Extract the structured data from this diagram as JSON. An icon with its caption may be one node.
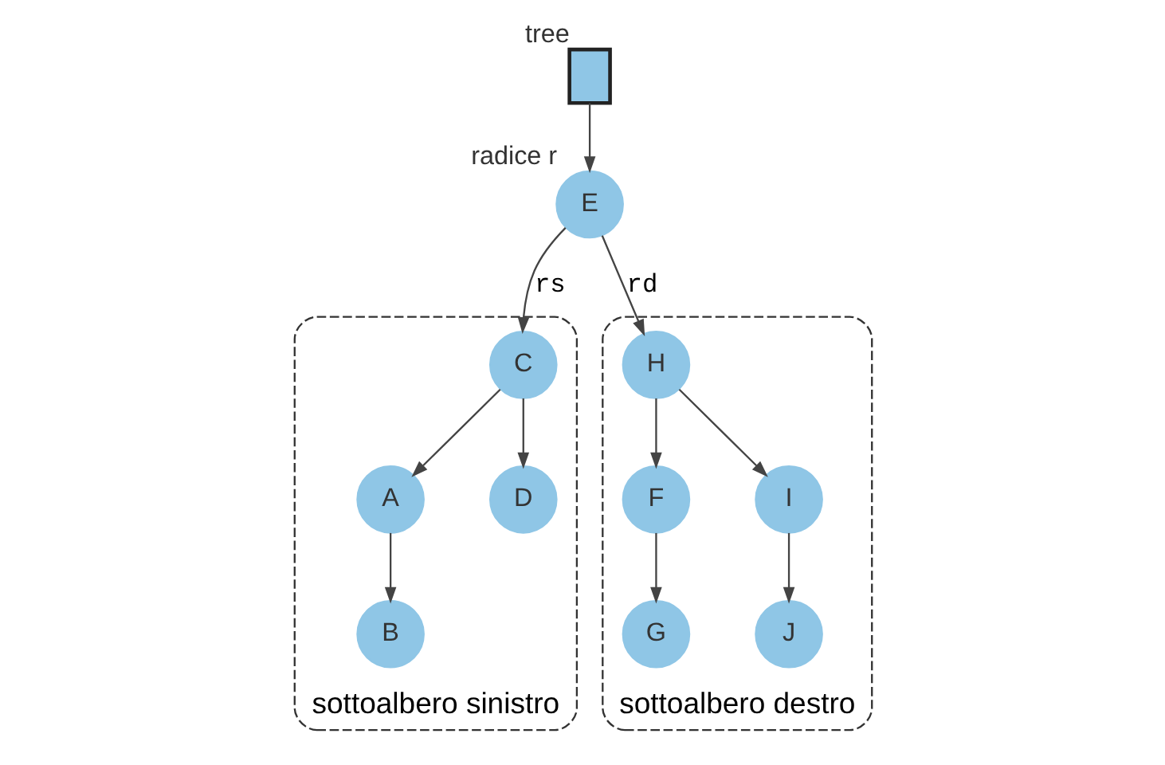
{
  "diagram": {
    "nodes": [
      {
        "text": [],
        "shape": "box",
        "beside": [
          "tree"
        ]
      },
      {
        "text": [
          "E"
        ],
        "beside": [
          "radice r"
        ]
      },
      {
        "text": [],
        "shape": "ellipse",
        "beside": [
          "sottoalbero sinistro"
        ]
      },
      {
        "text": [
          "C"
        ],
        "in": 2
      },
      {
        "text": [
          "A"
        ],
        "in": 2
      },
      {
        "text": [
          "D"
        ],
        "in": 2
      },
      {
        "text": [
          "B"
        ],
        "in": 2
      },
      {
        "text": [],
        "shape": "ellipse",
        "beside": [
          "sottoalbero destro"
        ]
      },
      {
        "text": [
          "H"
        ],
        "in": 7
      },
      {
        "text": [
          "F"
        ],
        "in": 7
      },
      {
        "text": [
          "I"
        ],
        "in": 7
      },
      {
        "text": [
          "G"
        ],
        "in": 7
      },
      {
        "text": [
          "J"
        ],
        "in": 7
      }
    ],
    "edges": [
      {
        "from": 0,
        "to": 1,
        "arrow": "to"
      },
      {
        "from": 1,
        "to": 3,
        "arrow": "to",
        "label": "rs"
      },
      {
        "from": 1,
        "to": 8,
        "arrow": "to",
        "label": "rd"
      },
      {
        "from": 3,
        "to": 4,
        "arrow": "to"
      },
      {
        "from": 3,
        "to": 5,
        "arrow": "to"
      },
      {
        "from": 4,
        "to": 6,
        "arrow": "to"
      },
      {
        "from": 8,
        "to": 9,
        "arrow": "to"
      },
      {
        "from": 8,
        "to": 10,
        "arrow": "to"
      },
      {
        "from": 9,
        "to": 11,
        "arrow": "to"
      },
      {
        "from": 10,
        "to": 12,
        "arrow": "to"
      }
    ]
  }
}
